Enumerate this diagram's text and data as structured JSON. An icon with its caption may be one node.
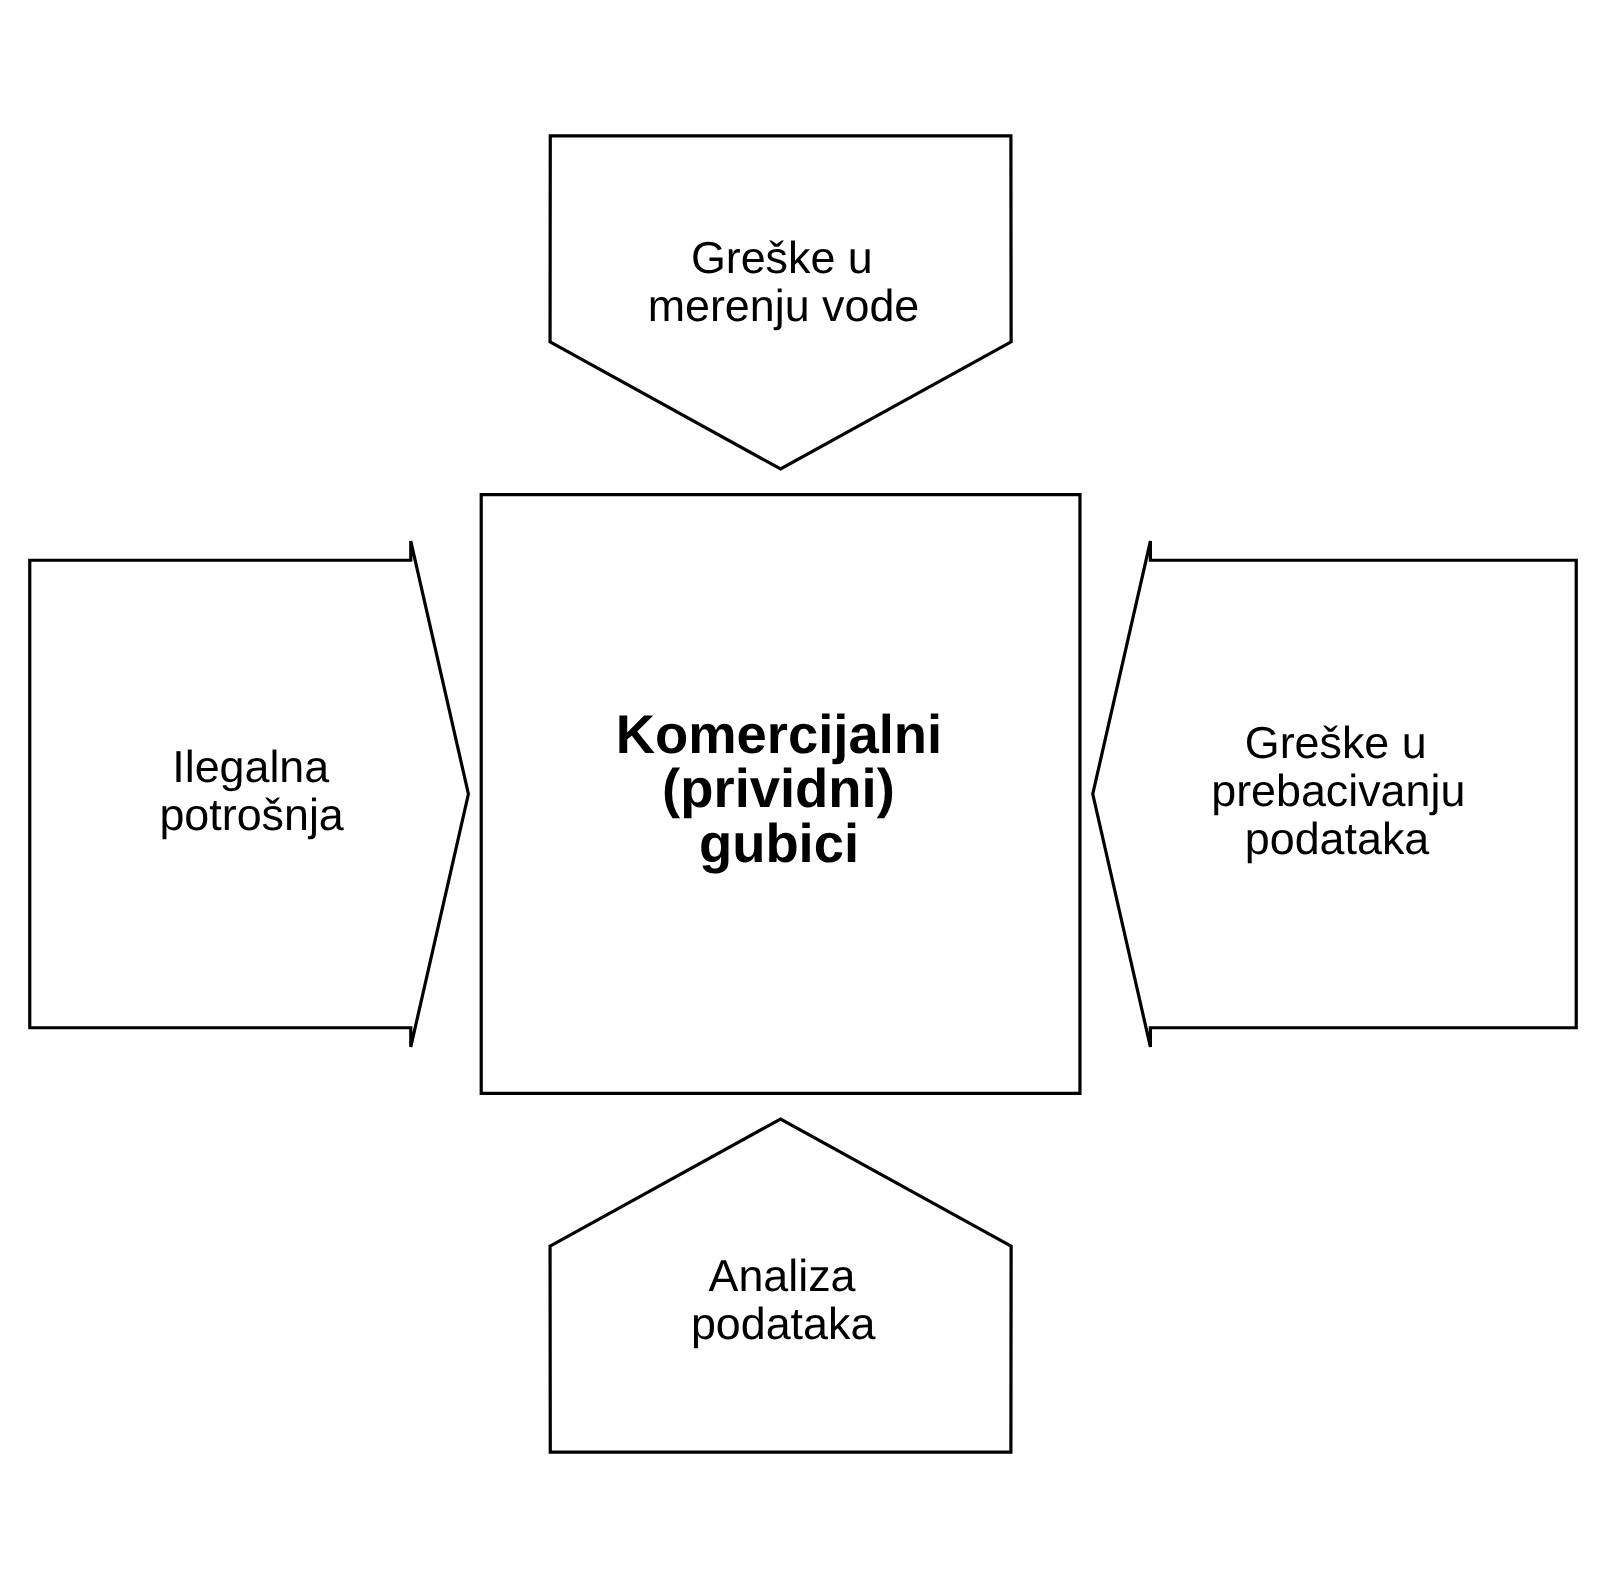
{
  "diagram": {
    "nodes": [
      {
        "text": [
          "Komercijalni (prividni) gubici"
        ]
      },
      {
        "text": [
          "Greške u merenju vode"
        ]
      },
      {
        "text": [
          "Ilegalna potrošnja"
        ]
      },
      {
        "text": [
          "Greške u prebacivanju podataka"
        ]
      },
      {
        "text": [
          "Analiza podataka"
        ]
      }
    ]
  }
}
